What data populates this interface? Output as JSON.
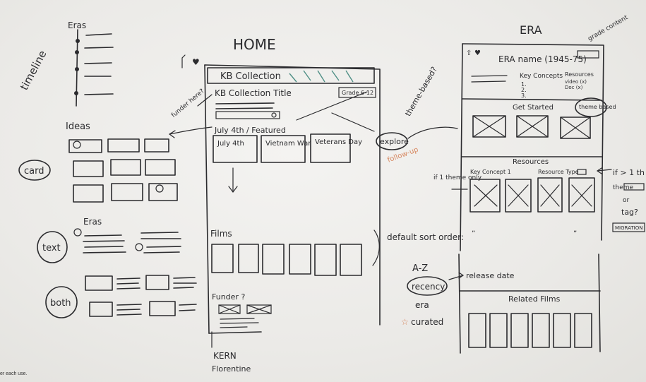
{
  "left_panel": {
    "timeline_label": "timeline",
    "eras_heading": "Eras",
    "ideas_heading": "Ideas",
    "card_label": "card",
    "text_label": "text",
    "both_label": "both",
    "eras_text_heading": "Eras"
  },
  "home": {
    "title": "HOME",
    "banner_label": "KB Collection",
    "collection_title": "KB Collection Title",
    "grade_badge": "Grade 6-12",
    "featured_label": "July 4th / Featured",
    "cards": [
      "July 4th",
      "Vietnam War",
      "Veterans Day"
    ],
    "films_label": "Films",
    "funders_label": "Funder ?",
    "kern_label": "KERN",
    "florentine_label": "Florentine",
    "funder_here_note": "funder here?",
    "theme_note": "theme-based?",
    "explore_label": "explore",
    "follow_up": "follow-up"
  },
  "sort": {
    "default_label": "default sort order:",
    "options": [
      "A-Z",
      "recency",
      "era",
      "curated"
    ],
    "release_date": "release date"
  },
  "era": {
    "title": "ERA",
    "era_name": "ERA name (1945-75)",
    "grade_content_note": "grade content",
    "key_concepts": "Key Concepts",
    "concept_items": [
      "1.",
      "2.",
      "3."
    ],
    "resources_label": "Resources",
    "resource_lines": [
      "video (x)",
      "Doc (x)"
    ],
    "get_started": "Get Started",
    "theme_based": "theme based",
    "resources_heading": "Resources",
    "key_concept_filter": "Key Concept 1",
    "resource_type": "Resource Type",
    "if_one_theme": "if 1 theme only",
    "if_more": "if > 1 th",
    "theme": "theme",
    "or": "or",
    "tag": "tag?",
    "migration": "MIGRATION",
    "related_films": "Related Films"
  },
  "footer": {
    "note": "er each use."
  }
}
